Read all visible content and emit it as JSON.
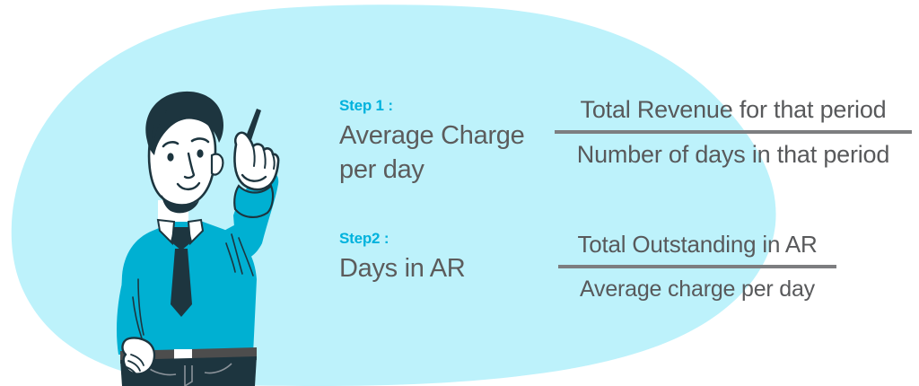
{
  "colors": {
    "blob": "#bdf2fb",
    "accent_cyan": "#00b2dd",
    "shirt": "#00b0d2",
    "dark_navy": "#1d353f",
    "text_gray": "#5c5c5c",
    "rule_gray": "#7d7e80",
    "skin": "#ffffff",
    "background": "#ffffff"
  },
  "illustration": {
    "name": "man-holding-pen-illustration",
    "description": "Cartoon businessman in cyan shirt with dark tie and trousers, holding a pen raised in his right hand"
  },
  "steps": [
    {
      "label": "Step 1 :",
      "title_line1": "Average Charge",
      "title_line2": "per day"
    },
    {
      "label": "Step2 :",
      "title_line1": "Days in AR",
      "title_line2": ""
    }
  ],
  "formulas": [
    {
      "numerator": "Total Revenue for that period",
      "denominator": "Number of days in that period"
    },
    {
      "numerator": "Total Outstanding in AR",
      "denominator": "Average charge per day"
    }
  ]
}
